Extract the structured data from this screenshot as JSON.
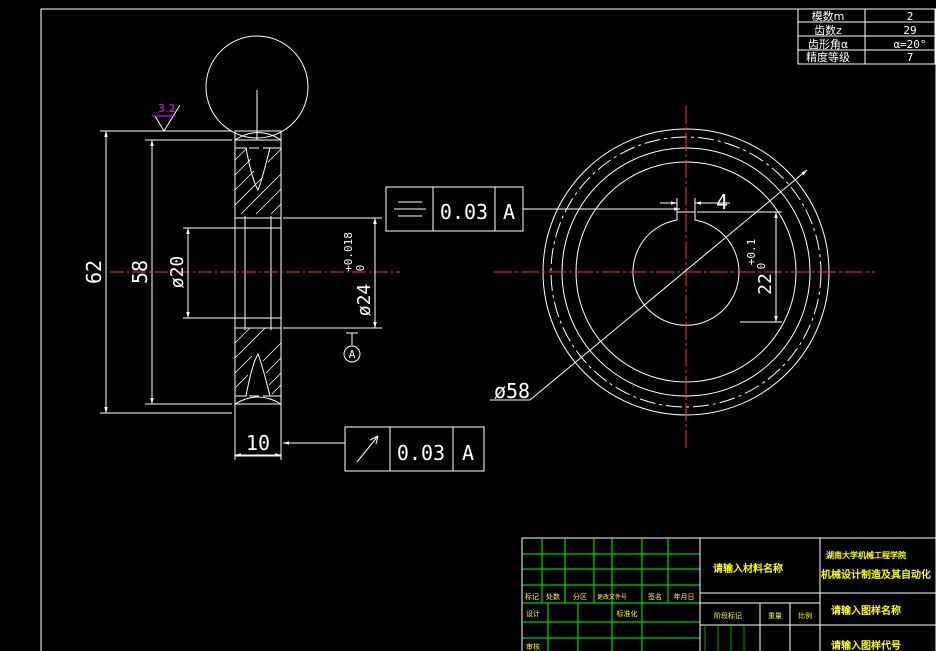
{
  "colors": {
    "background": "#000000",
    "line": "#ffffff",
    "centerline": "#ff3333",
    "title_grid": "#00ff00",
    "title_text": "#ffff00",
    "roughness": "#ff00ff"
  },
  "parameter_table": {
    "rows": [
      {
        "label": "模数m",
        "value": "2"
      },
      {
        "label": "齿数z",
        "value": "29"
      },
      {
        "label": "齿形角α",
        "value": "α=20°"
      },
      {
        "label": "精度等级",
        "value": "7"
      }
    ]
  },
  "section_view": {
    "roughness_value": "3.2",
    "dim_overall": "62",
    "dim_root": "58",
    "dim_hub": "ø20",
    "dim_bore": "ø24",
    "dim_bore_tolerance": "+0.018",
    "dim_bore_tolerance_low": "0",
    "dim_width": "10",
    "datum_label": "A"
  },
  "tolerance_frames": {
    "symmetry": {
      "symbol": "symmetry-icon",
      "value": "0.03",
      "datum": "A"
    },
    "runout": {
      "symbol": "circular-runout-icon",
      "value": "0.03",
      "datum": "A"
    }
  },
  "front_view": {
    "dim_diameter": "ø58",
    "dim_keyway_width": "4",
    "dim_keyway_depth": "22",
    "dim_keyway_tolerance": "+0.1",
    "dim_keyway_tolerance_low": "0"
  },
  "title_block": {
    "material_placeholder": "请输入材料名称",
    "school": "湖南大学机械工程学院",
    "department": "机械设计制造及其自动化",
    "drawing_name_placeholder": "请输入图样名称",
    "drawing_code_placeholder": "请输入图样代号",
    "row_labels": [
      "标记",
      "处数",
      "分区",
      "更改文件号",
      "签名",
      "年月日"
    ],
    "design_label": "设计",
    "standardize_label": "标准化",
    "review_label": "审核",
    "stage_label": "阶段标记",
    "weight_label": "重量",
    "scale_label": "比例"
  }
}
